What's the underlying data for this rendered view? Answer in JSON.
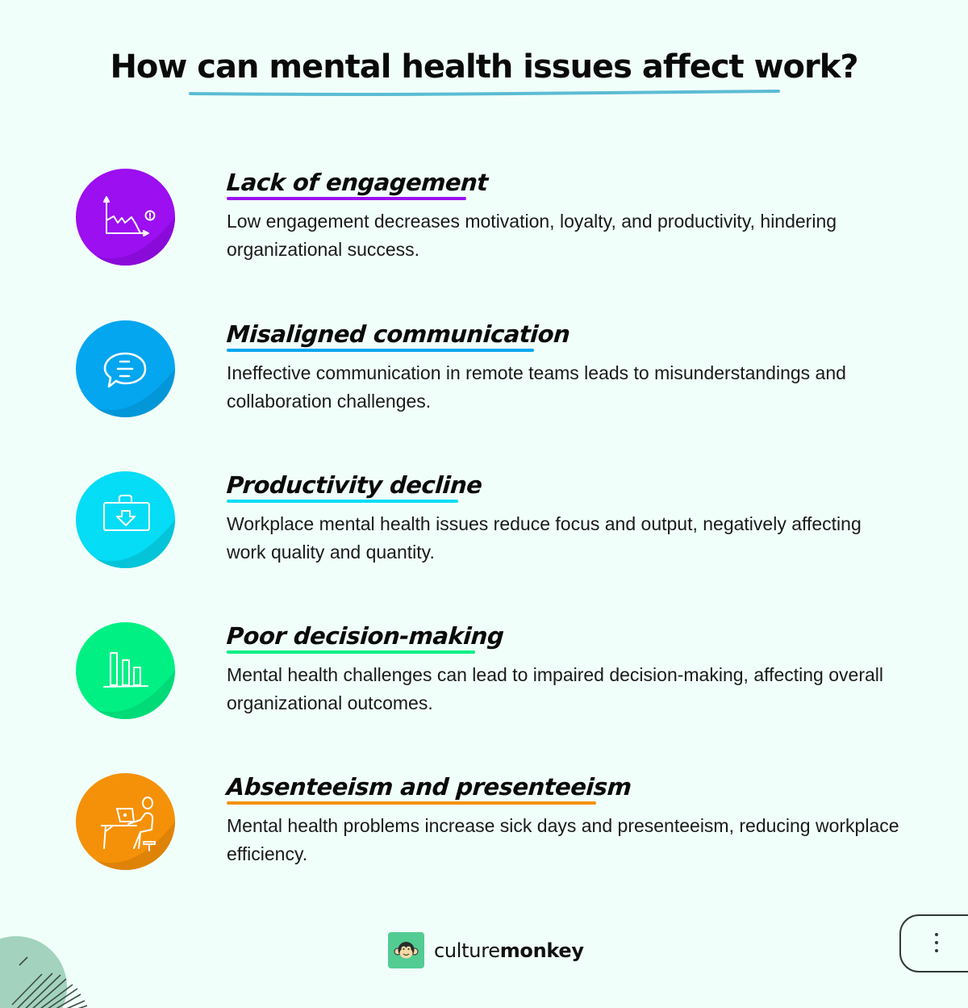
{
  "header": {
    "title": "How can mental health issues affect work?",
    "underline_color": "#5bbcd3"
  },
  "items": [
    {
      "title": "Lack of engagement",
      "description": "Low engagement decreases motivation, loyalty, and productivity, hindering organizational success.",
      "icon": "declining-chart-alert-icon",
      "color": "#9b0ff0",
      "shade_color": "#8a0bd9"
    },
    {
      "title": "Misaligned communication",
      "description": "Ineffective communication in remote teams leads to misunderstandings and collaboration challenges.",
      "icon": "chat-bubble-icon",
      "color": "#03a6ef",
      "shade_color": "#0396d8"
    },
    {
      "title": "Productivity decline",
      "description": "Workplace mental health issues reduce focus and output, negatively affecting work quality and quantity.",
      "icon": "briefcase-down-arrow-icon",
      "color": "#05dcf5",
      "shade_color": "#04c4d9"
    },
    {
      "title": "Poor decision-making",
      "description": "Mental health challenges can lead to impaired decision-making, affecting overall organizational outcomes.",
      "icon": "declining-bar-chart-icon",
      "color": "#00f084",
      "shade_color": "#00db78"
    },
    {
      "title": "Absenteeism and presenteeism",
      "description": "Mental health problems increase sick days and presenteeism, reducing workplace efficiency.",
      "icon": "person-at-desk-laptop-icon",
      "color": "#f59108",
      "shade_color": "#de8307"
    }
  ],
  "footer": {
    "brand_light": "culture",
    "brand_bold": "monkey",
    "logo_icon": "monkey-face-icon",
    "logo_color": "#52cc93",
    "menu_icon": "vertical-ellipsis-icon"
  }
}
